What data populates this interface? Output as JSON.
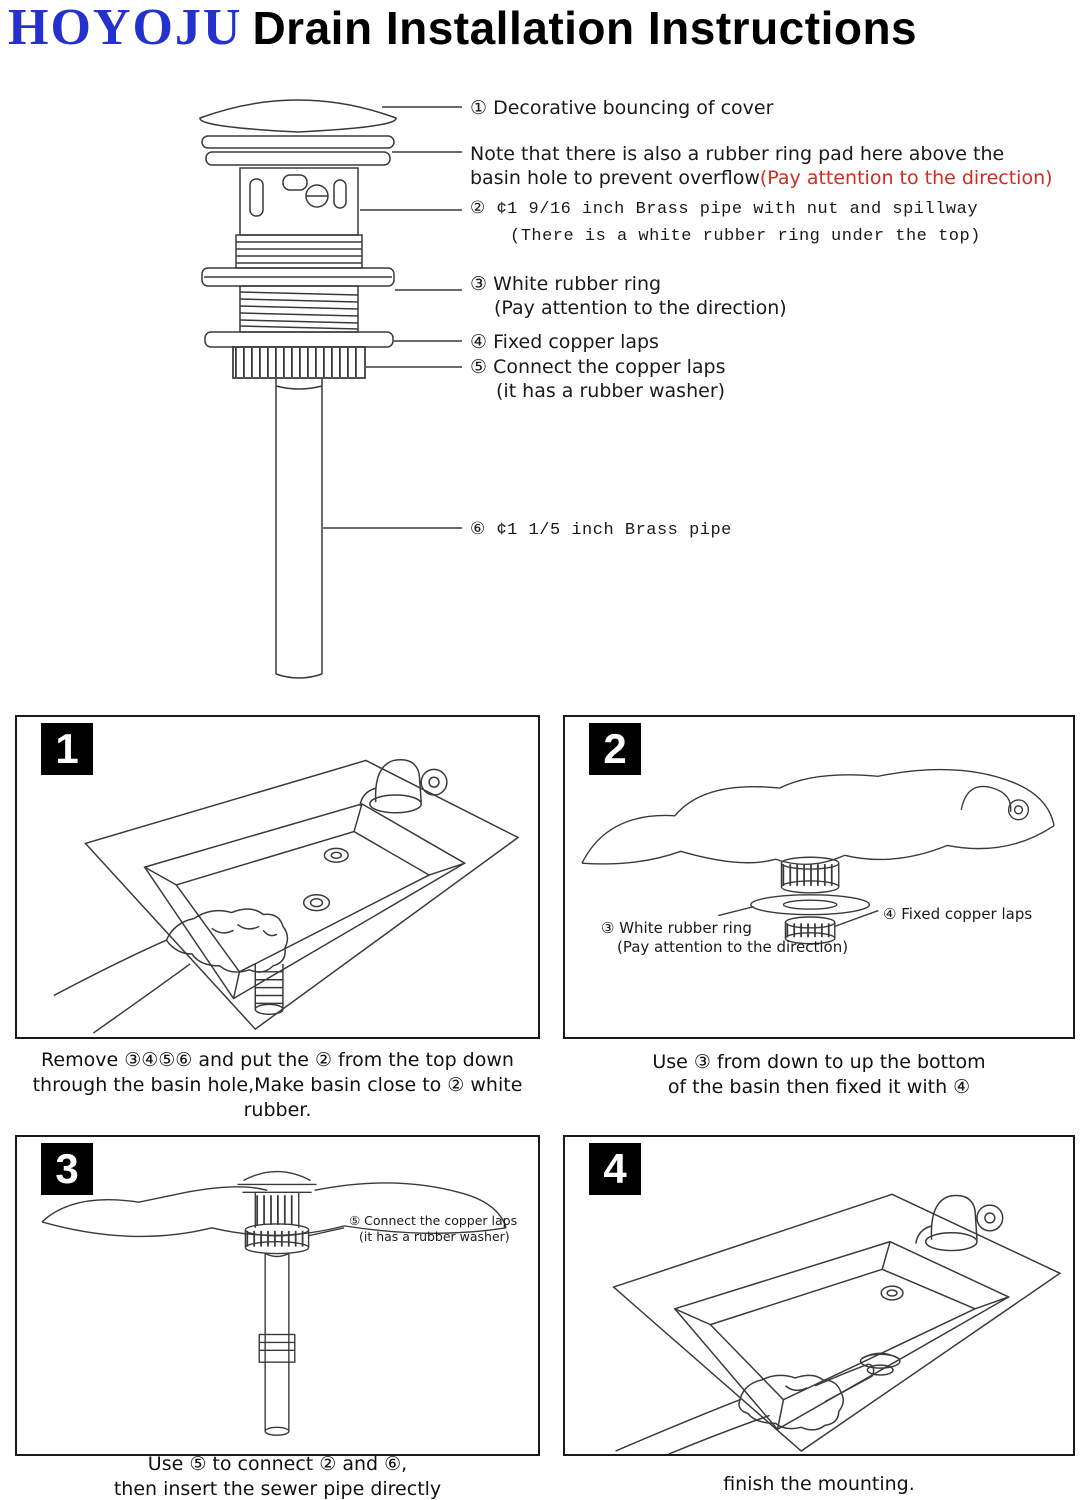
{
  "header": {
    "brand": "HOYOJU",
    "title": "Drain Installation Instructions"
  },
  "colors": {
    "brand_blue": "#2431cf",
    "warning_red": "#d22c1e",
    "line_art": "#3a3a3a"
  },
  "diagram_callouts": {
    "part1": "① Decorative bouncing of cover",
    "note_line1": "Note that there is also a rubber ring pad here above the",
    "note_line2": "basin hole to prevent overflow",
    "note_warning": "(Pay attention to the direction)",
    "part2_line1": "② ¢1 9/16 inch Brass pipe with nut and spillway",
    "part2_line2": "(There is a white rubber ring under the top)",
    "part3_line1": "③ White rubber ring",
    "part3_line2": "(Pay attention to the direction)",
    "part4": "④ Fixed copper laps",
    "part5_line1": "⑤ Connect the copper laps",
    "part5_line2": "(it has a rubber washer)",
    "part6": "⑥ ¢1 1/5 inch Brass pipe"
  },
  "steps": [
    {
      "number": "1",
      "caption_line1": "Remove ③④⑤⑥ and put the ② from the top down",
      "caption_line2": "through the basin hole,Make basin close to ② white rubber."
    },
    {
      "number": "2",
      "label_ring_line1": "③ White rubber ring",
      "label_ring_line2": "(Pay attention to the direction)",
      "label_laps": "④ Fixed copper laps",
      "caption_line1": "Use ③ from down to up the bottom",
      "caption_line2": "of the basin then fixed it with ④"
    },
    {
      "number": "3",
      "label_connect_line1": "⑤ Connect the copper laps",
      "label_connect_line2": "(it has a rubber washer)",
      "caption_line1": "Use ⑤ to connect ② and ⑥,",
      "caption_line2": "then insert the sewer pipe directly"
    },
    {
      "number": "4",
      "caption_line1": "finish the mounting.",
      "caption_line2": ""
    }
  ]
}
